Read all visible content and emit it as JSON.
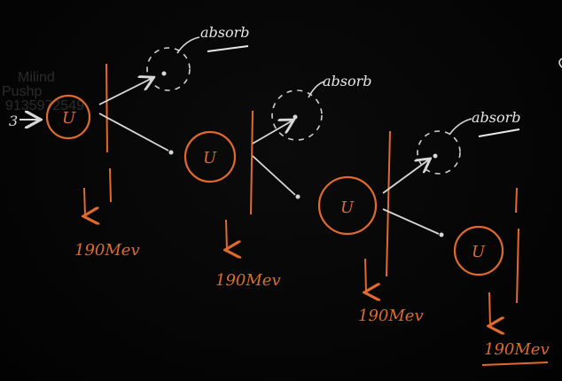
{
  "watermark": {
    "line1": "Milind",
    "line2": "Pushp",
    "line3": "9135972549"
  },
  "diagram": {
    "nucleus_label": "U",
    "absorb_label": "absorb",
    "energy_label": "190Mev",
    "incoming_label": "3"
  },
  "colors": {
    "nucleus": "#e06a2e",
    "energy": "#e06a2e",
    "arrow": "#d8d8d8",
    "background": "#050505"
  }
}
